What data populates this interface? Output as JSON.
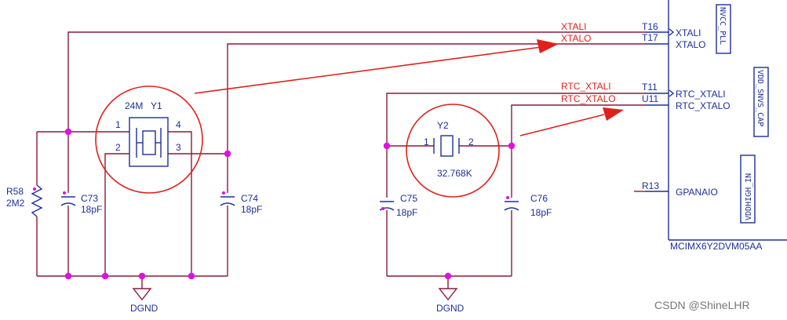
{
  "nets": {
    "xtali": "XTALI",
    "xtalo": "XTALO",
    "rtc_xtali": "RTC_XTALI",
    "rtc_xtalo": "RTC_XTALO"
  },
  "ic": {
    "part": "MCIMX6Y2DVM05AA",
    "pins": [
      {
        "num": "T16",
        "name": "XTALI"
      },
      {
        "num": "T17",
        "name": "XTALO"
      },
      {
        "num": "T11",
        "name": "RTC_XTALI"
      },
      {
        "num": "U11",
        "name": "RTC_XTALO"
      },
      {
        "num": "R13",
        "name": "GPANAIO"
      }
    ],
    "power_labels": [
      "NVCC_PLL",
      "VDD_SNVS_CAP",
      "VDDHIGH_IN"
    ]
  },
  "y1": {
    "ref": "Y1",
    "value": "24M",
    "pins": [
      "1",
      "4",
      "2",
      "3"
    ]
  },
  "y2": {
    "ref": "Y2",
    "value": "32.768K",
    "pins": [
      "1",
      "2"
    ]
  },
  "r58": {
    "ref": "R58",
    "value": "2M2"
  },
  "capacitors": [
    {
      "ref": "C73",
      "value": "18pF"
    },
    {
      "ref": "C74",
      "value": "18pF"
    },
    {
      "ref": "C75",
      "value": "18pF"
    },
    {
      "ref": "C76",
      "value": "18pF"
    }
  ],
  "ground": {
    "label1": "DGND",
    "label2": "DGND"
  },
  "watermark": "CSDN @ShineLHR",
  "colors": {
    "wire": "#8b1a3a",
    "symbol": "#1c2f9a",
    "annotation": "#e0201c",
    "junction": "#e010e0"
  }
}
